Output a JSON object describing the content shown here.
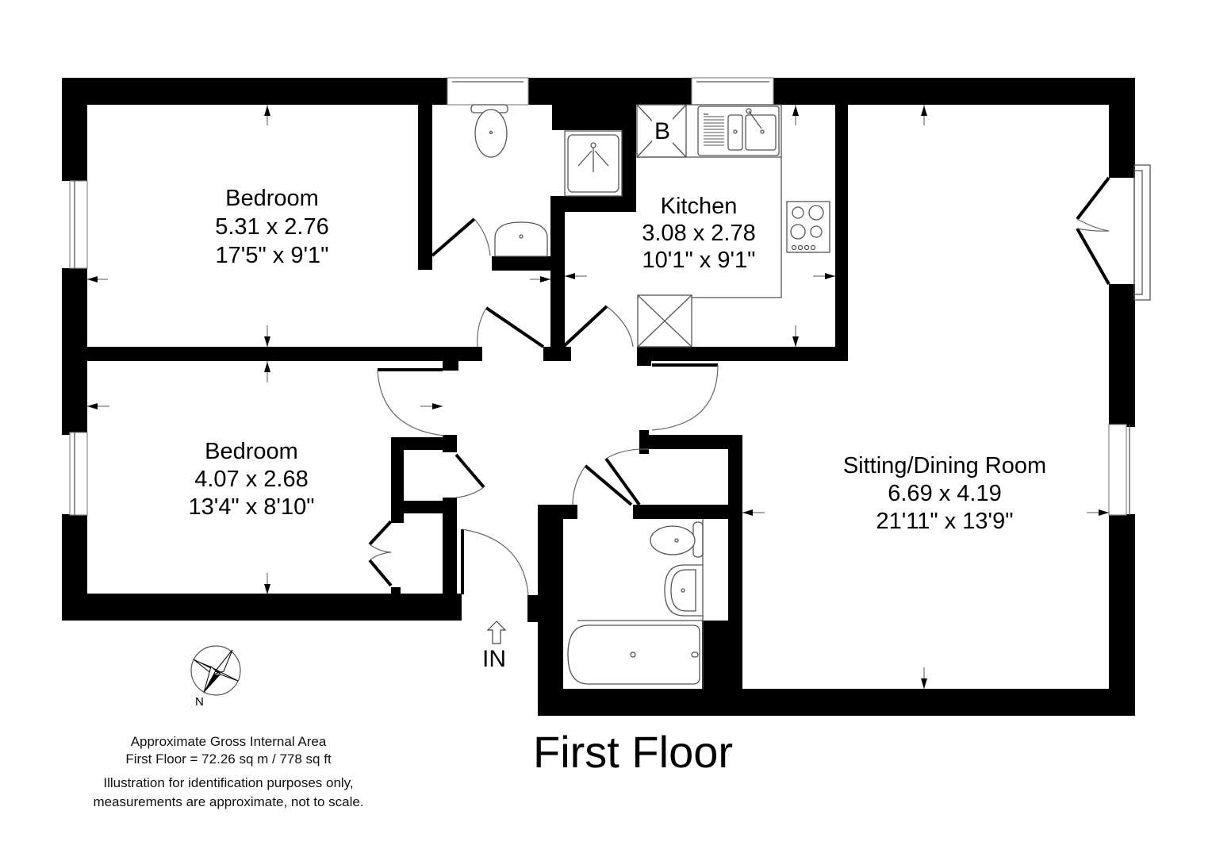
{
  "floor": {
    "title": "First Floor",
    "entrance_label": "IN",
    "compass_label": "N"
  },
  "rooms": [
    {
      "name": "Bedroom",
      "metric": "5.31 x 2.76",
      "imperial": "17'5\" x 9'1\""
    },
    {
      "name": "Bedroom",
      "metric": "4.07 x 2.68",
      "imperial": "13'4\" x 8'10\""
    },
    {
      "name": "Kitchen",
      "metric": "3.08 x 2.78",
      "imperial": "10'1\" x 9'1\""
    },
    {
      "name": "Sitting/Dining Room",
      "metric": "6.69 x 4.19",
      "imperial": "21'11\" x 13'9\""
    }
  ],
  "fixtures": {
    "boiler_label": "B"
  },
  "area": {
    "heading": "Approximate Gross Internal Area",
    "value": "First Floor = 72.26 sq m / 778 sq ft",
    "disclaimer_line1": "Illustration for identification purposes only,",
    "disclaimer_line2": "measurements are approximate, not to scale."
  },
  "colors": {
    "wall": "#000000",
    "background": "#ffffff",
    "fixture_line": "#555555"
  }
}
